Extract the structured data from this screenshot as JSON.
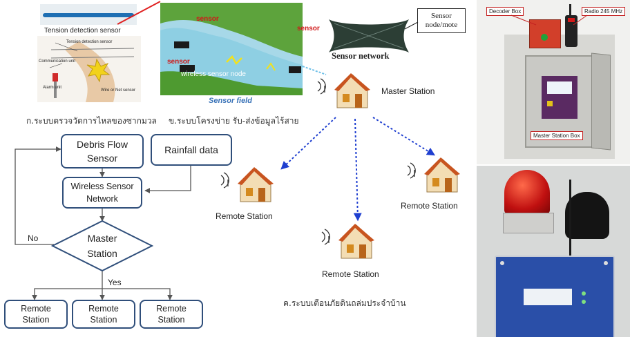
{
  "panel_a": {
    "title": "Tension detection sensor",
    "inner_labels": [
      "Tension detection sensor",
      "Communication unit",
      "Alarm unit",
      "Wire or Net sensor"
    ],
    "caption": "ก.ระบบตรวจวัดการไหลของซากมวล"
  },
  "panel_b": {
    "sensor_labels": [
      "sensor",
      "sensor",
      "sensor"
    ],
    "wsn_label": "wireless sensor node",
    "field_label": "Sensor field",
    "caption": "ข.ระบบโครงข่าย รับ-ส่งข้อมูลไร้สาย"
  },
  "network": {
    "node_label": "Sensor node/mote",
    "network_label": "Sensor network"
  },
  "stations": {
    "master": "Master Station",
    "remote": [
      "Remote Station",
      "Remote Station",
      "Remote Station"
    ]
  },
  "panel_c_caption": "ค.ระบบเตือนภัยดินถล่มประจำบ้าน",
  "flowchart": {
    "debris": "Debris Flow Sensor",
    "rainfall": "Rainfall data",
    "wsn": "Wireless Sensor Network",
    "master": "Master Station",
    "no": "No",
    "yes": "Yes",
    "remotes": [
      "Remote Station",
      "Remote Station",
      "Remote Station"
    ]
  },
  "photo": {
    "decoder": "Decoder Box",
    "radio": "Radio 245 MHz",
    "master_box": "Master Station Box"
  },
  "colors": {
    "flow_border": "#2f4e7a",
    "arrow_blue": "#1f3fd0",
    "photo_tag_border": "#c42020",
    "roof": "#c8541f"
  }
}
